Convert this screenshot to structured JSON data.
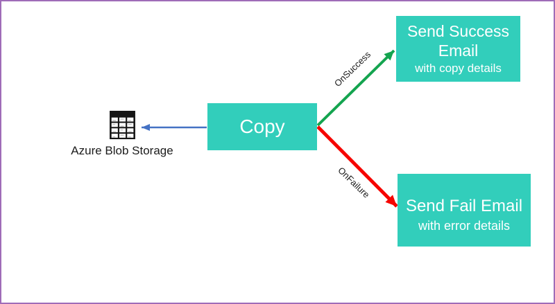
{
  "frame": {
    "border_color": "#9f6cb8",
    "background_color": "#ffffff"
  },
  "nodes": {
    "source": {
      "label": "Azure Blob Storage",
      "icon": "table-icon",
      "icon_color": "#161616"
    },
    "copy": {
      "label": "Copy",
      "fill": "#32cebb",
      "text_color": "#ffffff"
    },
    "success_email": {
      "title": "Send Success Email",
      "subtitle": "with copy details",
      "fill": "#32cebb",
      "text_color": "#ffffff"
    },
    "fail_email": {
      "title": "Send Fail Email",
      "subtitle": "with error details",
      "fill": "#32cebb",
      "text_color": "#ffffff"
    }
  },
  "edges": {
    "copy_to_source": {
      "color": "#4472c4"
    },
    "on_success": {
      "label": "OnSuccess",
      "color": "#14a44f"
    },
    "on_failure": {
      "label": "OnFailure",
      "color": "#f60500"
    }
  }
}
